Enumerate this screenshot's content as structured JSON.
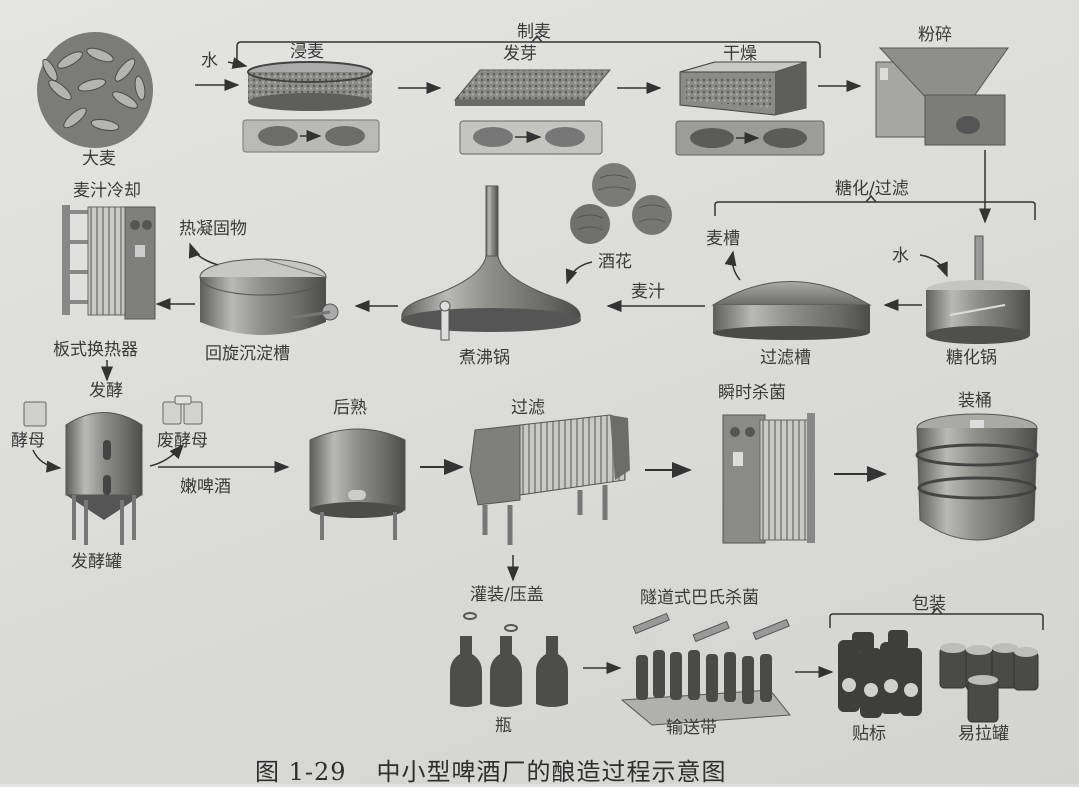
{
  "diagram": {
    "caption": {
      "figure_number": "图 1-29",
      "title": "中小型啤酒厂的酿造过程示意图"
    },
    "groups": {
      "malting": "制麦",
      "mashing_lautering": "糖化/过滤",
      "packaging": "包装"
    },
    "nodes": {
      "barley": "大麦",
      "water_1": "水",
      "steeping": "浸麦",
      "germination": "发芽",
      "drying": "干燥",
      "milling": "粉碎",
      "water_2": "水",
      "mash_tun": "糖化锅",
      "lauter_tun": "过滤槽",
      "spent_grain": "麦槽",
      "wort": "麦汁",
      "hops": "酒花",
      "wort_kettle": "煮沸锅",
      "hot_trub": "热凝固物",
      "whirlpool": "回旋沉淀槽",
      "wort_cooling": "麦汁冷却",
      "plate_heat_exchanger": "板式换热器",
      "fermentation": "发酵",
      "yeast": "酵母",
      "spent_yeast": "废酵母",
      "green_beer": "嫩啤酒",
      "fermenter": "发酵罐",
      "maturation": "后熟",
      "filtration": "过滤",
      "flash_pasteurization": "瞬时杀菌",
      "kegging": "装桶",
      "filling_capping": "灌装/压盖",
      "bottle": "瓶",
      "tunnel_pasteurization": "隧道式巴氏杀菌",
      "conveyor": "输送带",
      "labeling": "贴标",
      "can": "易拉罐"
    }
  }
}
